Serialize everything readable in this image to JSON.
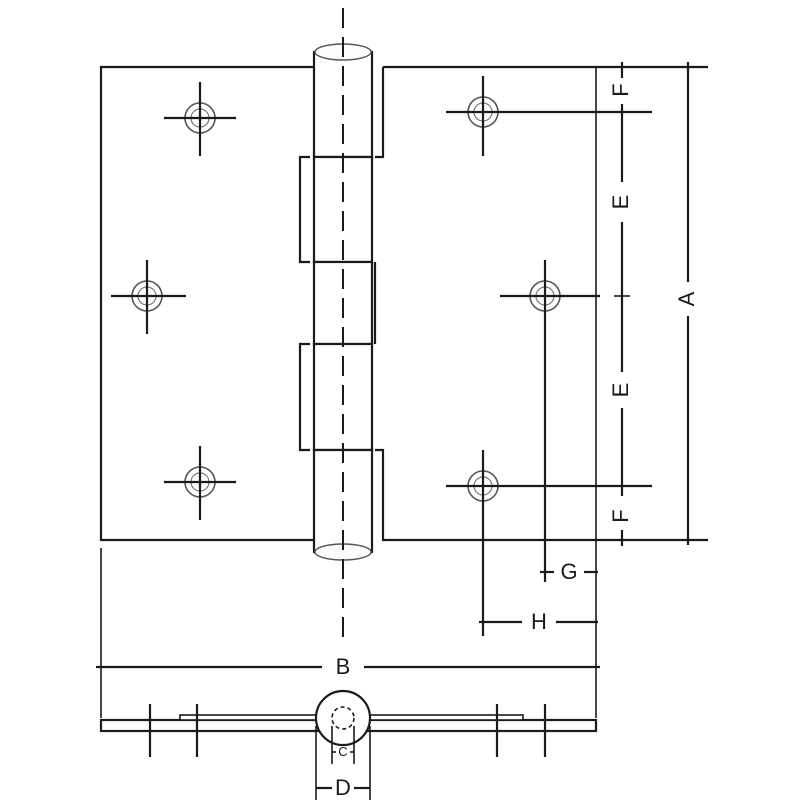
{
  "dimension_labels": {
    "A": "A",
    "B": "B",
    "C": "C",
    "D": "D",
    "E_upper": "E",
    "E_lower": "E",
    "F_upper": "F",
    "F_lower": "F",
    "G": "G",
    "H": "H"
  },
  "colors": {
    "line": "#1a1a1a",
    "hole": "#555555",
    "background": "#ffffff"
  }
}
